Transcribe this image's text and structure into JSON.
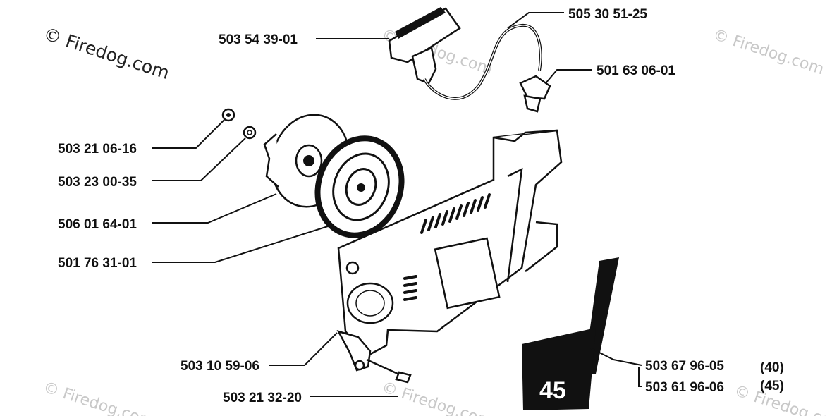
{
  "watermark": {
    "main": "© Firedog.com",
    "faint": "© Firedog.com"
  },
  "labels": {
    "handle": "503 54 39-01",
    "rope": "505 30 51-25",
    "rope_clip": "501 63 06-01",
    "screw": "503 21 06-16",
    "washer": "503 23 00-35",
    "pulley": "506 01 64-01",
    "spring": "501 76 31-01",
    "bracket": "503 10 59-06",
    "bolt": "503 21 32-20",
    "decal_40": "503 67 96-05",
    "decal_45": "503 61 96-06",
    "model_40": "(40)",
    "model_45": "(45)"
  },
  "decal": {
    "number": "45"
  }
}
